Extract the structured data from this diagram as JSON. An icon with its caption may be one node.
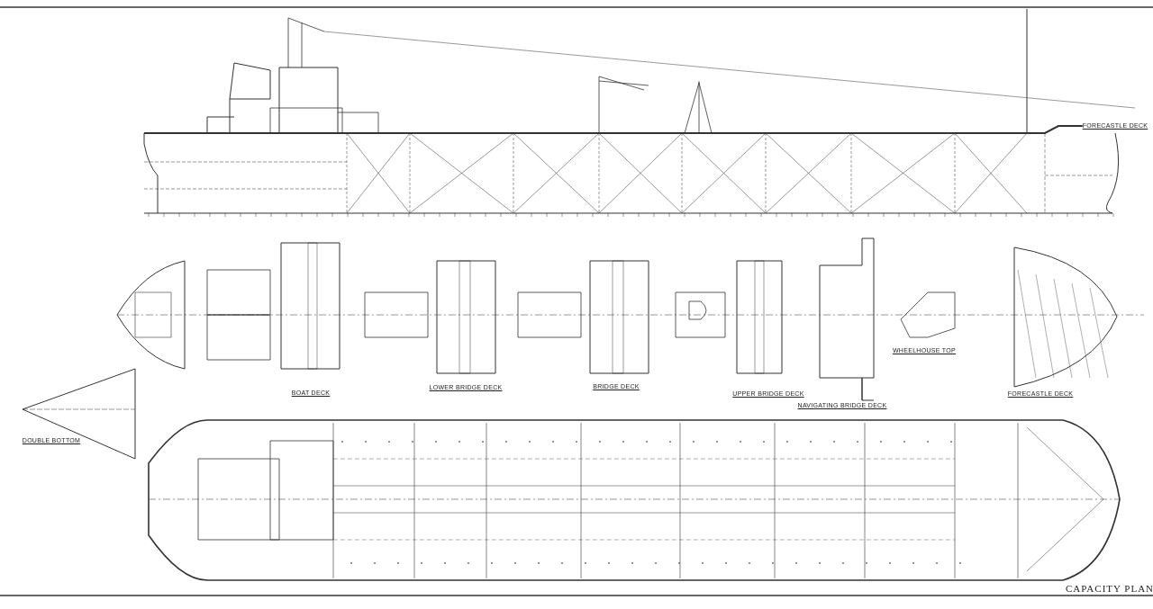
{
  "diagram": {
    "labels": [
      "FORECASTLE DECK",
      "BOAT DECK",
      "LOWER BRIDGE DECK",
      "BRIDGE DECK",
      "UPPER BRIDGE DECK",
      "NAVIGATING BRIDGE DECK",
      "WHEELHOUSE TOP",
      "FORECASTLE DECK",
      "DOUBLE BOTTOM",
      "CAPACITY PLAN"
    ]
  }
}
